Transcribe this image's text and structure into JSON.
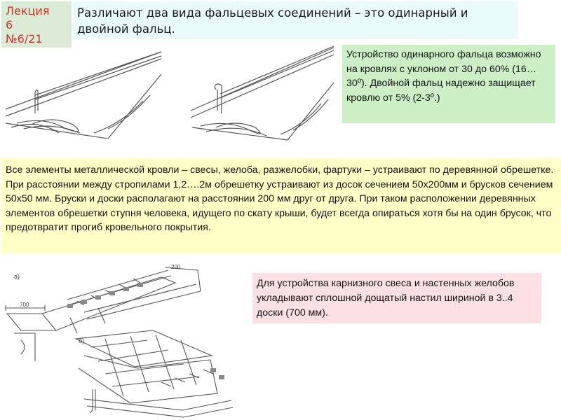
{
  "lecture_label": "Лекция\n6\n№6/21",
  "title": "Различают два вида фальцевых соединений – это одинарный и двойной фальц.",
  "single_fold_note": "Устройство одинарного фальца возможно на кровлях с уклоном от 30 до 60% (16…30º). Двойной фальц надежно защищает кровлю от 5% (2-3º.)",
  "batten_note": "Все элементы металлической кровли – свесы, желоба, разжелобки, фартуки – устраивают по деревянной обрешетке. При расстоянии между стропилами 1,2….2м обрешетку устраивают из досок сечением 50х200мм и брусков сечением 50х50 мм. Бруски и доски располагают на расстоянии 200 мм друг от друга. При таком расположении деревянных элементов обрешетки ступня человека, идущего по скату крыши, будет всегда опираться хотя бы на один брусок, что предотвратит прогиб кровельного покрытия.",
  "eave_note": "Для устройства карнизного свеса и настенных желобов укладывают сплошной дощатый настил шириной в 3..4 доски (700 мм).",
  "drawing_labels": {
    "fig_a": "а)",
    "fig_b": "б)",
    "dim_700": "700",
    "dim_200": "200"
  }
}
